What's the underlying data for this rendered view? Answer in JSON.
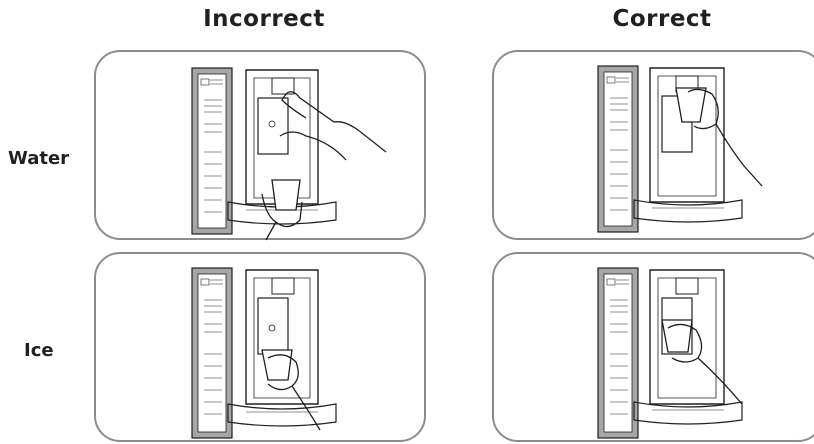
{
  "headers": {
    "incorrect": "Incorrect",
    "correct": "Correct"
  },
  "rows": {
    "water": "Water",
    "ice": "Ice"
  },
  "panels": [
    {
      "id": "water-incorrect",
      "row": "water",
      "col": "incorrect"
    },
    {
      "id": "water-correct",
      "row": "water",
      "col": "correct"
    },
    {
      "id": "ice-incorrect",
      "row": "ice",
      "col": "incorrect"
    },
    {
      "id": "ice-correct",
      "row": "ice",
      "col": "correct"
    }
  ],
  "colors": {
    "border": "#8c8c8c",
    "line": "#231f20",
    "panel_strip": "#a6a6a6"
  }
}
